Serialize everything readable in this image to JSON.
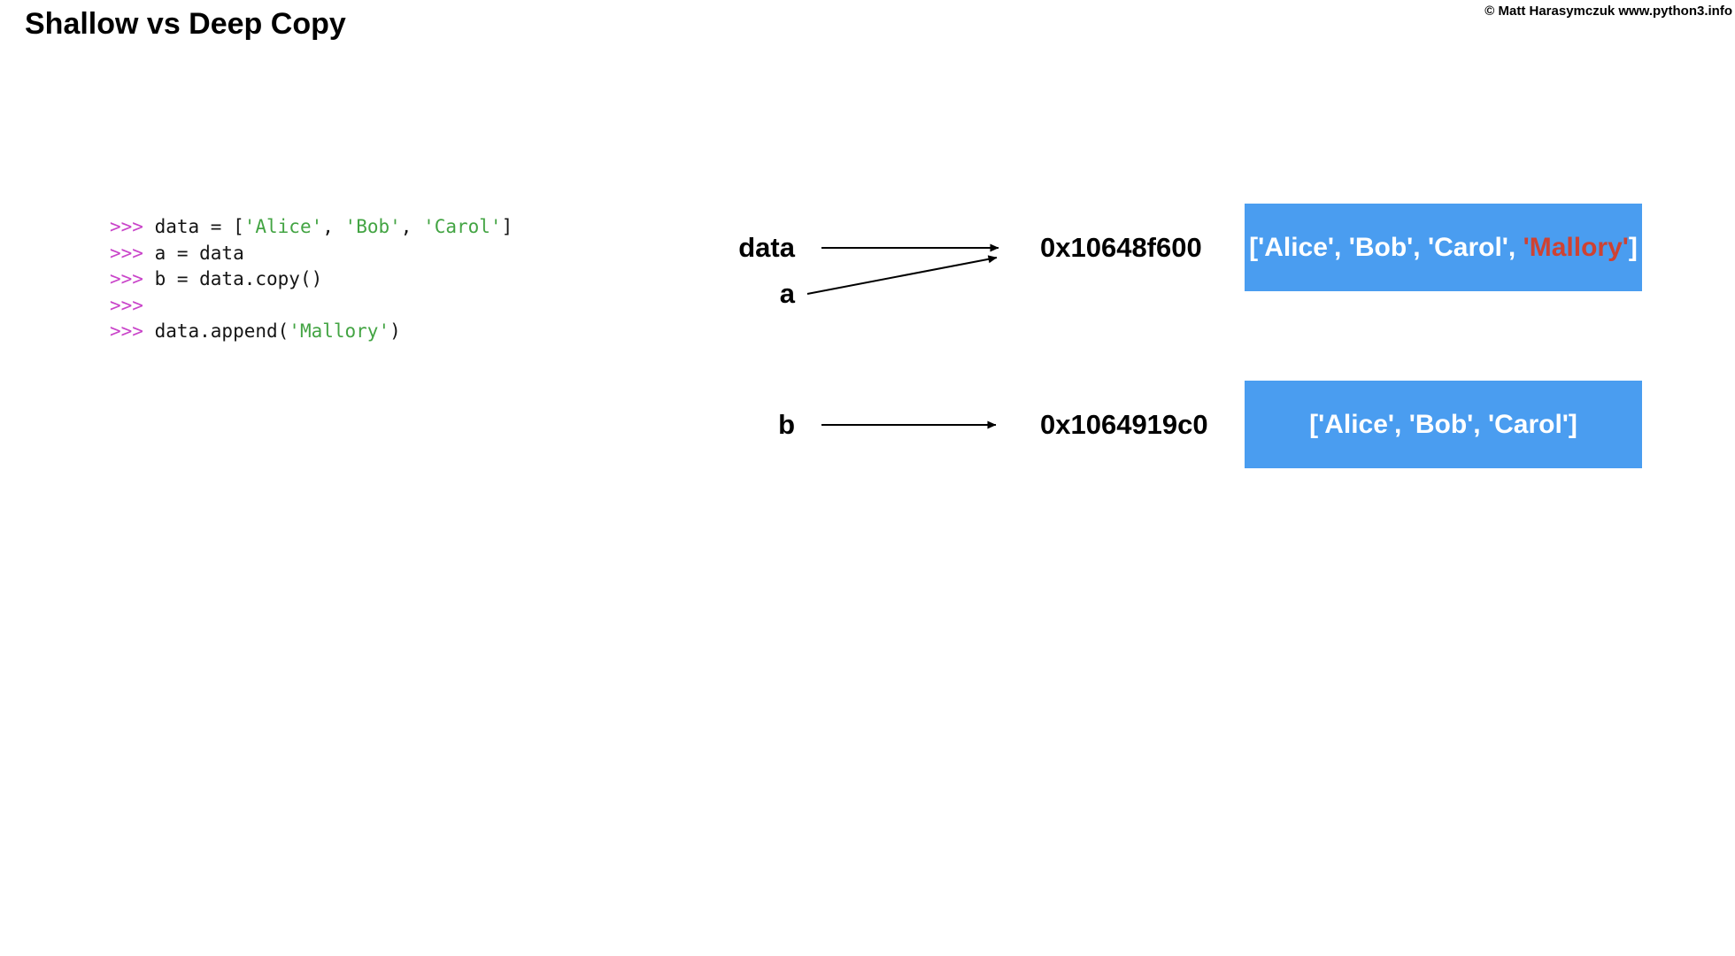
{
  "header": {
    "title": "Shallow vs Deep Copy",
    "copyright": "© Matt Harasymczuk www.python3.info"
  },
  "colors": {
    "box_blue": "#4A9DF0",
    "highlight_red": "#CE4232",
    "prompt_magenta": "#C944C9",
    "string_green": "#43A443"
  },
  "code": {
    "lines": [
      {
        "tokens": [
          {
            "type": "prompt",
            "text": ">>> "
          },
          {
            "type": "plain",
            "text": "data = ["
          },
          {
            "type": "string",
            "text": "'Alice'"
          },
          {
            "type": "plain",
            "text": ", "
          },
          {
            "type": "string",
            "text": "'Bob'"
          },
          {
            "type": "plain",
            "text": ", "
          },
          {
            "type": "string",
            "text": "'Carol'"
          },
          {
            "type": "plain",
            "text": "]"
          }
        ]
      },
      {
        "tokens": [
          {
            "type": "prompt",
            "text": ">>> "
          },
          {
            "type": "plain",
            "text": "a = data"
          }
        ]
      },
      {
        "tokens": [
          {
            "type": "prompt",
            "text": ">>> "
          },
          {
            "type": "plain",
            "text": "b = data.copy()"
          }
        ]
      },
      {
        "tokens": [
          {
            "type": "prompt",
            "text": ">>>"
          }
        ]
      },
      {
        "tokens": [
          {
            "type": "prompt",
            "text": ">>> "
          },
          {
            "type": "plain",
            "text": "data.append("
          },
          {
            "type": "string",
            "text": "'Mallory'"
          },
          {
            "type": "plain",
            "text": ")"
          }
        ]
      }
    ]
  },
  "diagram": {
    "row1": {
      "label_data": "data",
      "label_a": "a",
      "address": "0x10648f600",
      "box": {
        "part1": "['Alice', 'Bob', 'Carol', ",
        "highlight": "'Mallory'",
        "part2": "]"
      }
    },
    "row2": {
      "label_b": "b",
      "address": "0x1064919c0",
      "box": {
        "part1": "['Alice', 'Bob', 'Carol']"
      }
    },
    "arrows": [
      {
        "from": "data",
        "to": "0x10648f600"
      },
      {
        "from": "a",
        "to": "0x10648f600"
      },
      {
        "from": "b",
        "to": "0x1064919c0"
      }
    ]
  }
}
